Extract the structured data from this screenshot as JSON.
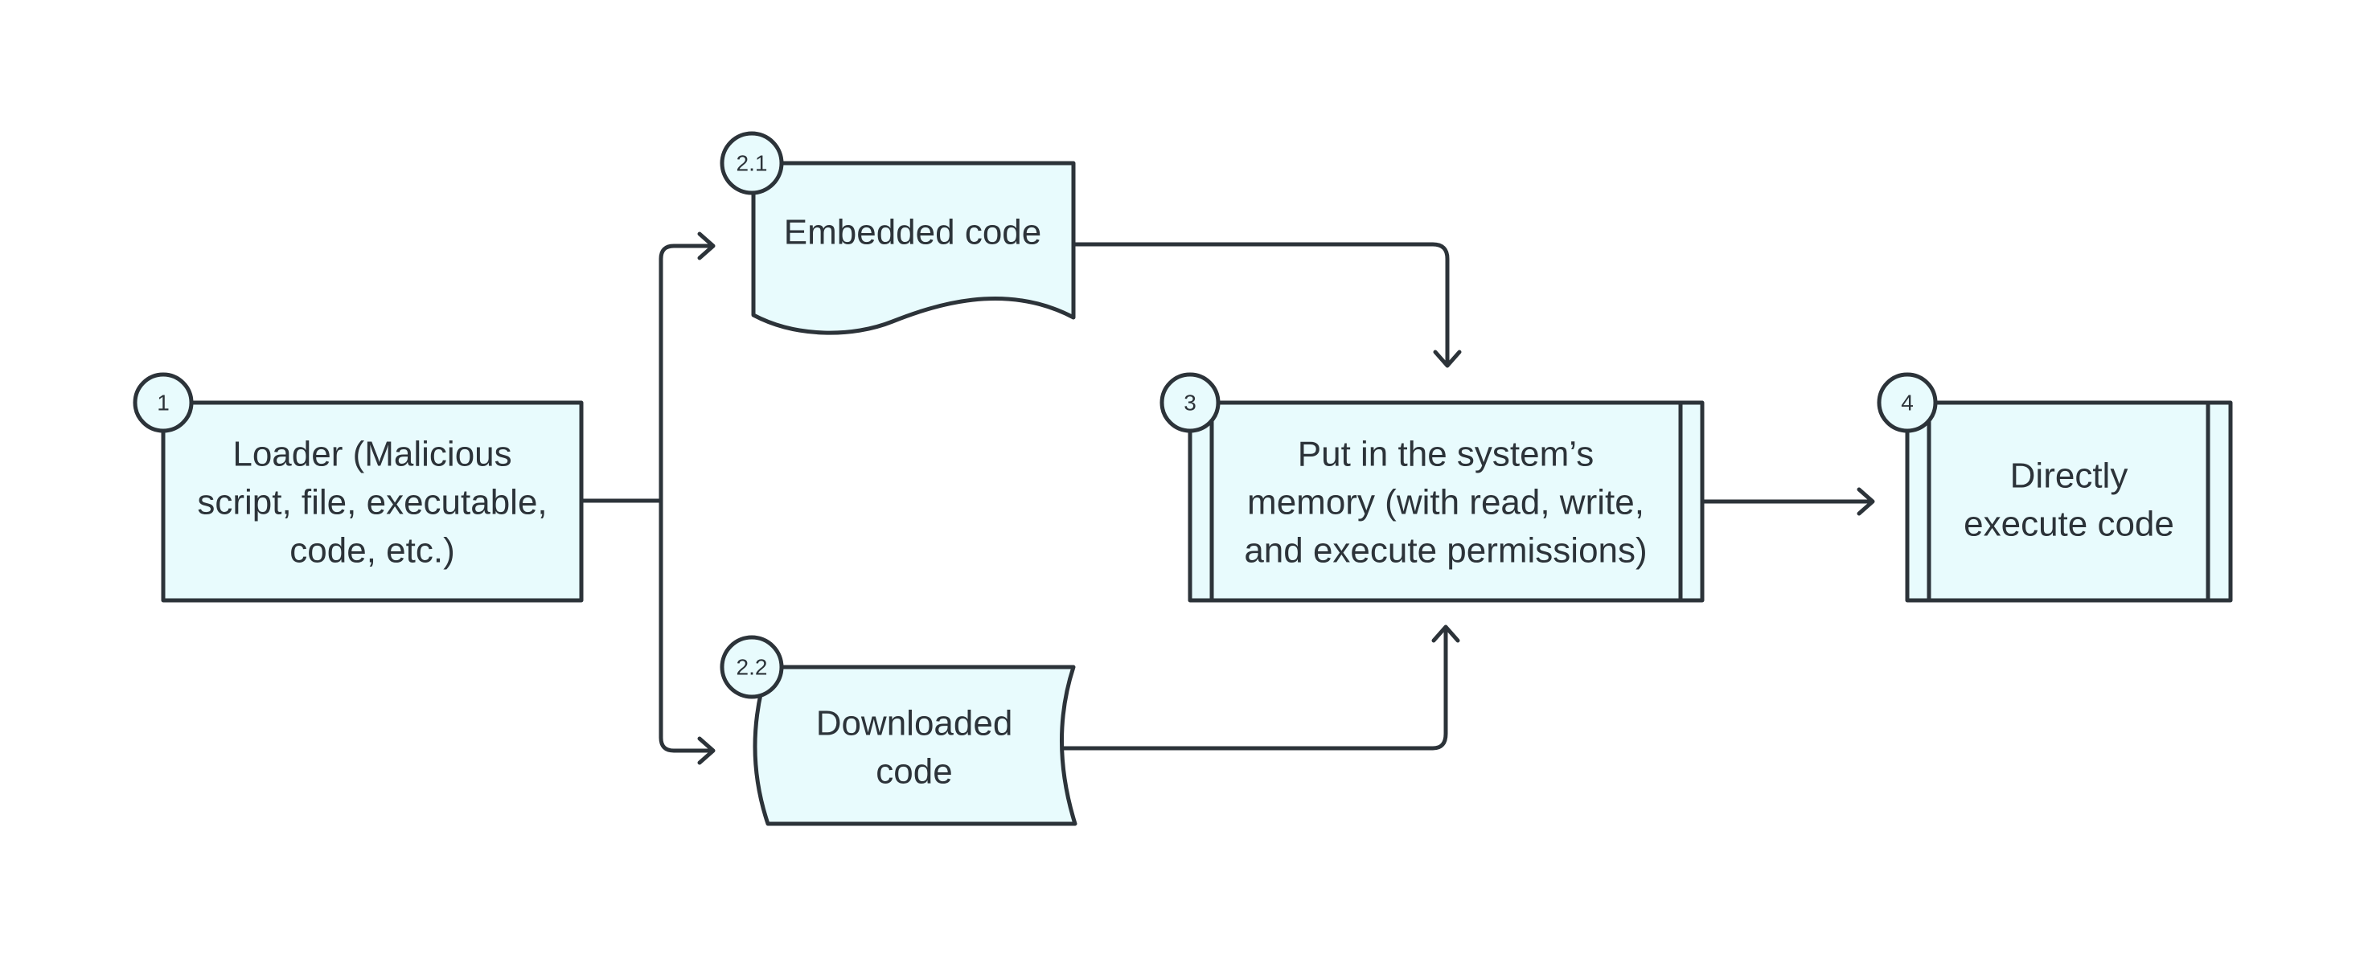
{
  "colors": {
    "node_fill": "#e8fbfd",
    "stroke": "#2c3339",
    "text": "#2c3339",
    "background": "#ffffff"
  },
  "nodes": {
    "loader": {
      "badge": "1",
      "lines": [
        "Loader (Malicious",
        "script, file, executable,",
        "code, etc.)"
      ]
    },
    "embedded": {
      "badge": "2.1",
      "lines": [
        "Embedded code"
      ]
    },
    "downloaded": {
      "badge": "2.2",
      "lines": [
        "Downloaded",
        "code"
      ]
    },
    "memory": {
      "badge": "3",
      "lines": [
        "Put in the system’s",
        "memory (with read, write,",
        "and execute permissions)"
      ]
    },
    "execute": {
      "badge": "4",
      "lines": [
        "Directly",
        "execute code"
      ]
    }
  }
}
